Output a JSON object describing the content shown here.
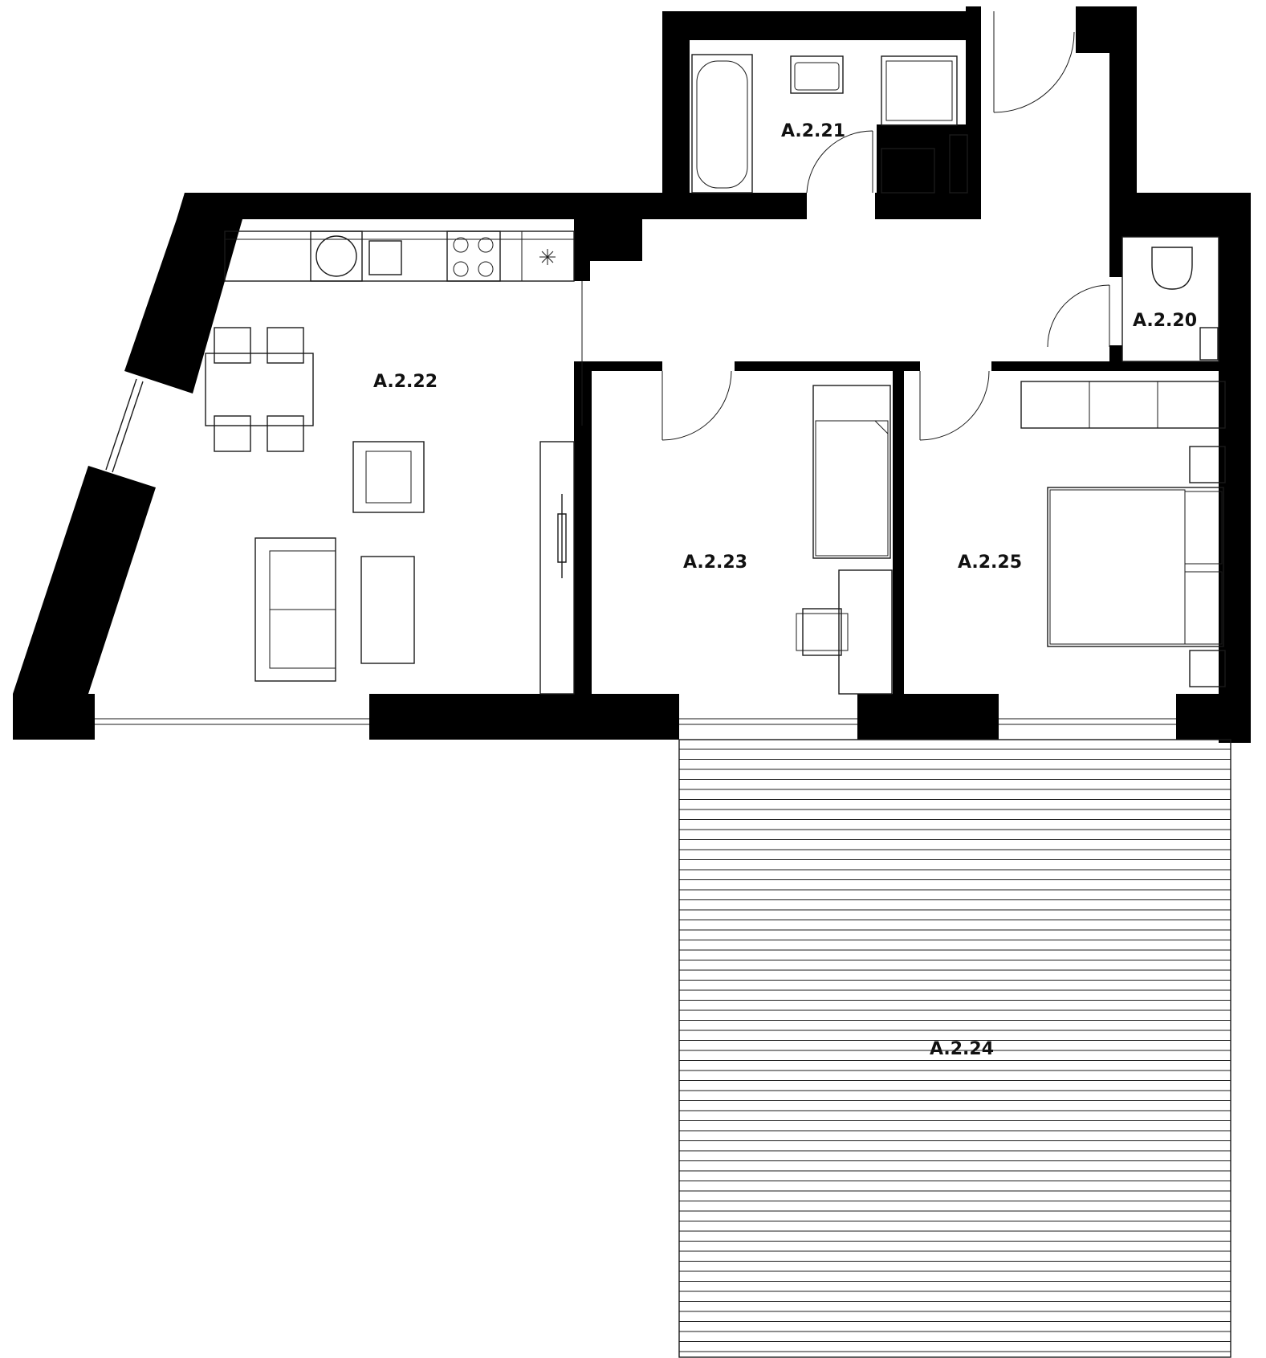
{
  "colors": {
    "wall": "#000000",
    "line": "#1a1a1a",
    "background": "#ffffff"
  },
  "rooms": [
    {
      "id": "A.2.20",
      "label": "A.2.20"
    },
    {
      "id": "A.2.21",
      "label": "A.2.21"
    },
    {
      "id": "A.2.22",
      "label": "A.2.22"
    },
    {
      "id": "A.2.23",
      "label": "A.2.23"
    },
    {
      "id": "A.2.24",
      "label": "A.2.24"
    },
    {
      "id": "A.2.25",
      "label": "A.2.25"
    }
  ]
}
